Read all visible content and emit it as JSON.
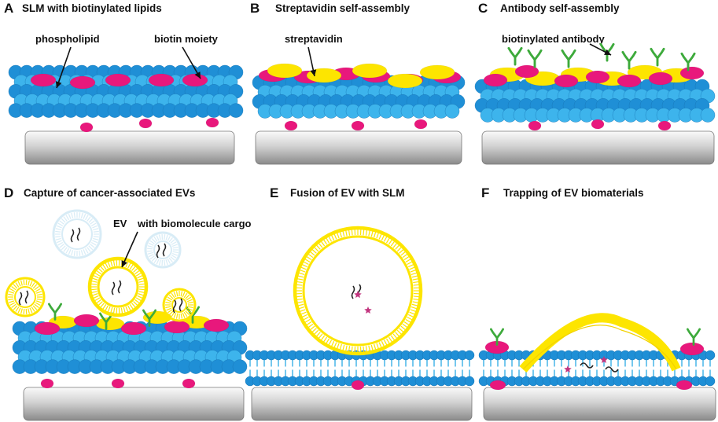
{
  "colors": {
    "lipid_head": "#1f8fd6",
    "lipid_head_light": "#3db4ec",
    "lipid_tail": "#3ab0e6",
    "biotin": "#e8187c",
    "streptavidin": "#fde500",
    "antibody": "#3daa3b",
    "substrate_light": "#eeeeee",
    "substrate_dark": "#8a8a8a",
    "ev_membrane": "#fde500",
    "cargo_dark": "#222222",
    "star": "#c2357f"
  },
  "panels": [
    {
      "letter": "A",
      "title": "SLM with biotinylated lipids"
    },
    {
      "letter": "B",
      "title": "Streptavidin self-assembly"
    },
    {
      "letter": "C",
      "title": "Antibody self-assembly"
    },
    {
      "letter": "D",
      "title": "Capture of cancer-associated EVs"
    },
    {
      "letter": "E",
      "title": "Fusion of EV with SLM"
    },
    {
      "letter": "F",
      "title": "Trapping of EV biomaterials"
    }
  ],
  "labels": {
    "phospholipid": "phospholipid",
    "biotin_moiety": "biotin moiety",
    "streptavidin": "streptavidin",
    "biotinylated_antibody": "biotinylated antibody",
    "ev": "EV",
    "ev_cargo": "with biomolecule cargo"
  }
}
